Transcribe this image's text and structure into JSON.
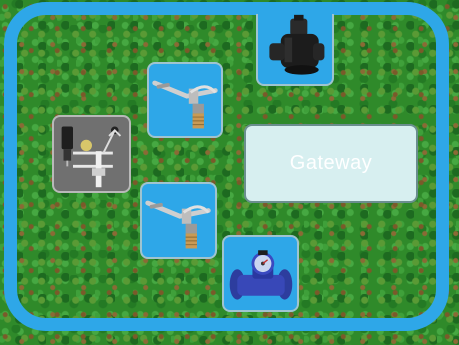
{
  "gateway": {
    "label": "Gateway"
  },
  "devices": [
    {
      "id": "solenoid-valve",
      "icon": "solenoid-valve-icon"
    },
    {
      "id": "sprinkler-1",
      "icon": "impact-sprinkler-icon"
    },
    {
      "id": "weather-station",
      "icon": "weather-station-icon"
    },
    {
      "id": "sprinkler-2",
      "icon": "impact-sprinkler-icon"
    },
    {
      "id": "water-meter",
      "icon": "water-meter-icon"
    }
  ],
  "colors": {
    "frame": "#2ea7e8",
    "tile": "#2ea7e8",
    "weather_tile": "#707070",
    "gateway_fill": "#d7eff0",
    "grass": "#2f8a2a"
  }
}
